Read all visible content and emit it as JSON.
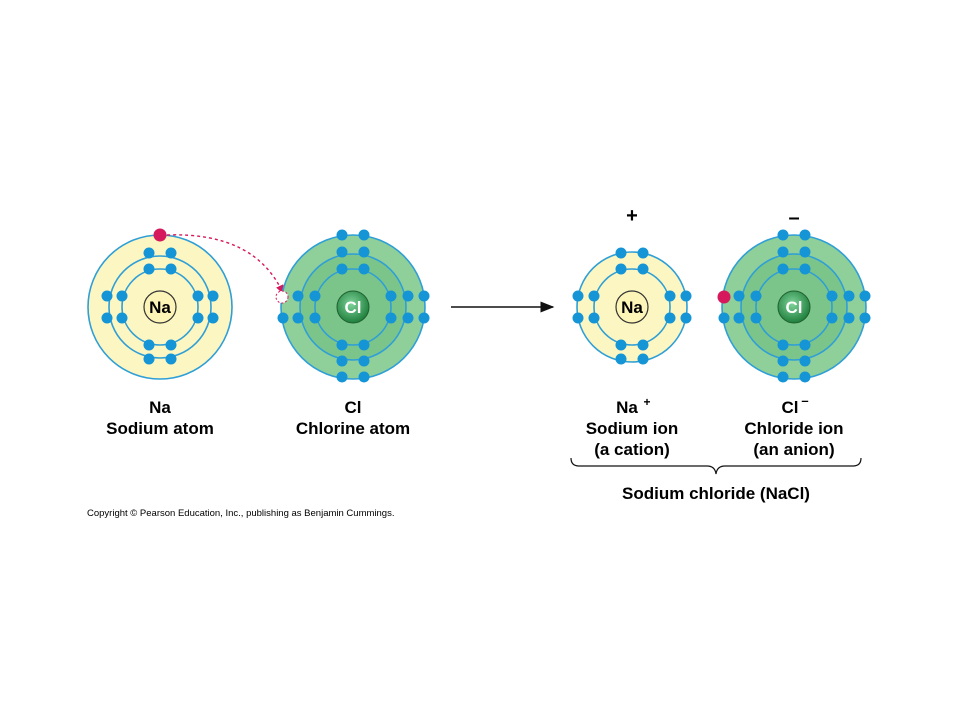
{
  "atoms": {
    "sodium": {
      "nucleus": "Na",
      "symbol": "Na",
      "name": "Sodium atom"
    },
    "chlorine": {
      "nucleus": "Cl",
      "symbol": "Cl",
      "name": "Chlorine atom"
    }
  },
  "ions": {
    "sodium": {
      "nucleus": "Na",
      "symbol": "Na",
      "charge": "+",
      "name": "Sodium ion",
      "note": "(a cation)",
      "charge_mark": "+"
    },
    "chloride": {
      "nucleus": "Cl",
      "symbol": "Cl",
      "charge": "–",
      "name": "Chloride ion",
      "note": "(an anion)",
      "charge_mark": "–"
    }
  },
  "compound": {
    "label": "Sodium chloride (NaCl)"
  },
  "copyright": "Copyright © Pearson Education, Inc., publishing as Benjamin Cummings.",
  "colors": {
    "sodium_shell_fill": "#fcf6c2",
    "chlorine_shell_fill": "#8fcf9a",
    "chlorine_shell_fill_inner": "#7cc58a",
    "shell_ring": "#2f9fd6",
    "electron": "#1595d6",
    "transferred_electron": "#d6195c",
    "sodium_nucleus": "#fdf4b8",
    "chlorine_nucleus": "#2e9e4f"
  }
}
